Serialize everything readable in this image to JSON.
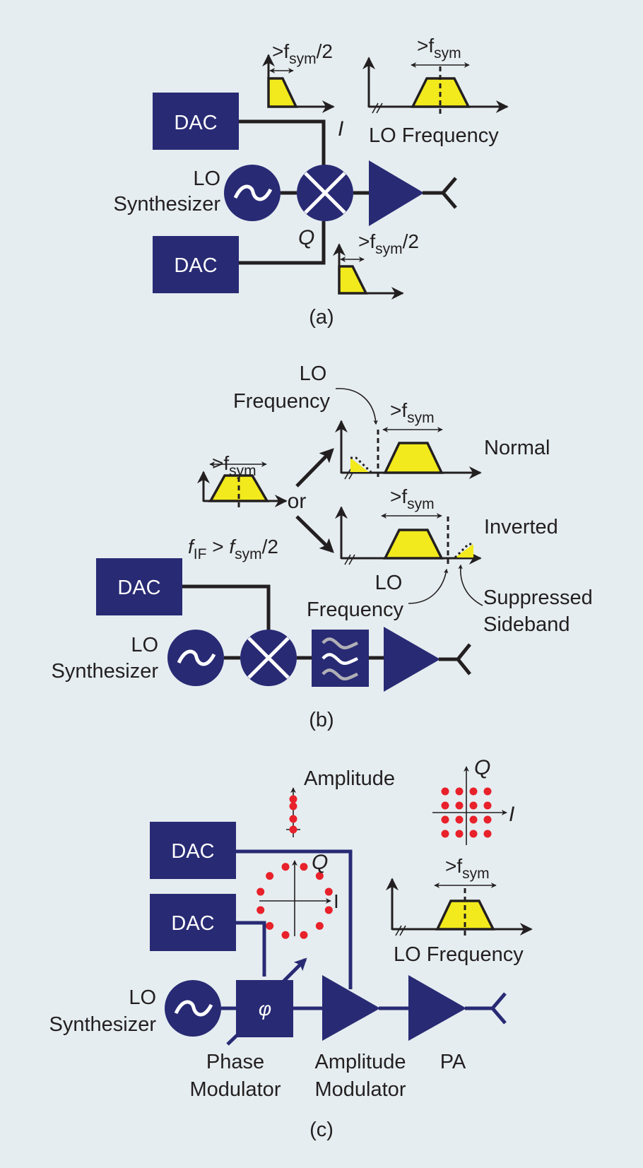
{
  "colors": {
    "background": "#e5edf0",
    "block": "#282a74",
    "spectrum_fill": "#f2ea1c",
    "constellation_dot": "#e8212a",
    "line": "#231f20"
  },
  "panel_a": {
    "caption": "(a)",
    "dac_top": "DAC",
    "dac_bottom": "DAC",
    "lo_label_1": "LO",
    "lo_label_2": "Synthesizer",
    "i_label": "I",
    "q_label": "Q",
    "spec_i_bw": ">f",
    "spec_i_bw_sub": "sym",
    "spec_i_bw_suffix": "/2",
    "spec_q_bw": ">f",
    "spec_q_bw_sub": "sym",
    "spec_q_bw_suffix": "/2",
    "spec_rf_bw": ">f",
    "spec_rf_bw_sub": "sym",
    "spec_rf_label": "LO Frequency"
  },
  "panel_b": {
    "caption": "(b)",
    "dac": "DAC",
    "lo_label_1": "LO",
    "lo_label_2": "Synthesizer",
    "or_label": "or",
    "if_bw": ">f",
    "if_bw_sub": "sym",
    "if_cond_f": "f",
    "if_cond_sub": "IF",
    "if_cond_mid": " > ",
    "if_cond_f2": "f",
    "if_cond_sub2": "sym",
    "if_cond_suffix": "/2",
    "normal_label": "Normal",
    "normal_bw": ">f",
    "normal_bw_sub": "sym",
    "normal_lo_1": "LO",
    "normal_lo_2": "Frequency",
    "inverted_label": "Inverted",
    "inverted_bw": ">f",
    "inverted_bw_sub": "sym",
    "inverted_lo_1": "LO",
    "inverted_lo_2": "Frequency",
    "suppressed_1": "Suppressed",
    "suppressed_2": "Sideband"
  },
  "panel_c": {
    "caption": "(c)",
    "dac_top": "DAC",
    "dac_bottom": "DAC",
    "lo_label_1": "LO",
    "lo_label_2": "Synthesizer",
    "phi_symbol": "φ",
    "phase_mod_1": "Phase",
    "phase_mod_2": "Modulator",
    "amp_mod_1": "Amplitude",
    "amp_mod_2": "Modulator",
    "pa_label": "PA",
    "amplitude_label": "Amplitude",
    "psk_q": "Q",
    "psk_i": "I",
    "qam_q": "Q",
    "qam_i": "I",
    "rf_bw": ">f",
    "rf_bw_sub": "sym",
    "rf_label": "LO Frequency",
    "psk_points": 12,
    "qam_grid": [
      4,
      4
    ],
    "amplitude_levels": 4
  }
}
